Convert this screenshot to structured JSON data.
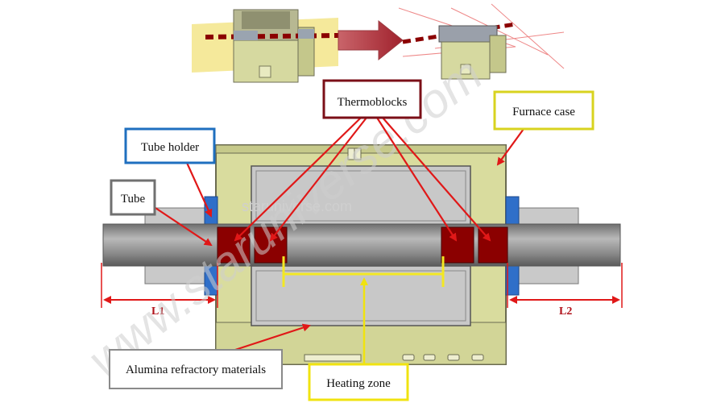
{
  "labels": {
    "thermoblocks": "Thermoblocks",
    "furnace_case": "Furnace case",
    "tube_holder": "Tube holder",
    "tube": "Tube",
    "alumina": "Alumina refractory materials",
    "heating_zone": "Heating zone"
  },
  "dimensions": {
    "left": "L1",
    "right": "L2"
  },
  "watermarks": {
    "small": "staruniverse.com",
    "big": "www.staruniverse.com"
  },
  "colors": {
    "furnace_body": "#d9dc9e",
    "insulation": "#c8c8c8",
    "tube": "#8e8e8e",
    "thermoblock": "#8b0000",
    "tube_holder": "#2f6fc9",
    "arrow": "#e01818",
    "heating_zone": "#f3e823",
    "box_thermoblocks": "#7b0f17",
    "box_furnace": "#d8d31f",
    "box_holder": "#1f6fbf",
    "box_tube": "#707070",
    "box_alumina": "#8a8a8a",
    "box_heating": "#f0e310"
  }
}
